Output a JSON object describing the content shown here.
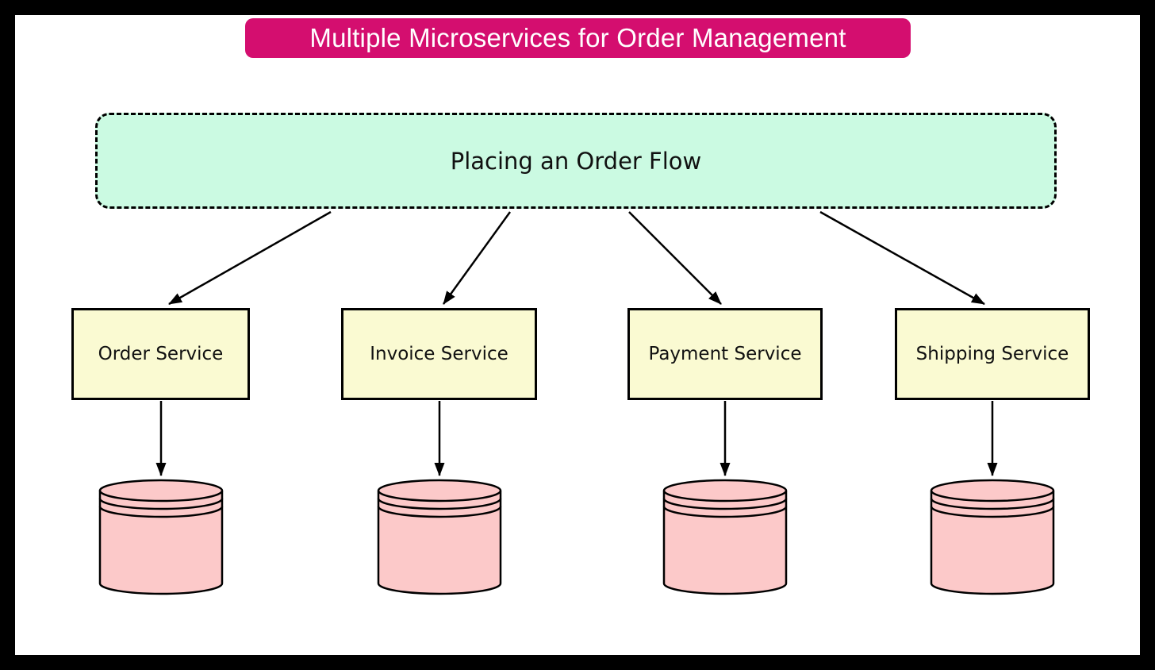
{
  "title": {
    "label": "Multiple Microservices for Order Management"
  },
  "flow_box": {
    "label": "Placing an Order Flow"
  },
  "services": [
    {
      "label": "Order Service"
    },
    {
      "label": "Invoice Service"
    },
    {
      "label": "Payment Service"
    },
    {
      "label": "Shipping Service"
    }
  ],
  "icons": {
    "database": "database-cylinder-icon"
  },
  "diagram": {
    "type": "flowchart",
    "edges": [
      {
        "from": "Placing an Order Flow",
        "to": "Order Service"
      },
      {
        "from": "Placing an Order Flow",
        "to": "Invoice Service"
      },
      {
        "from": "Placing an Order Flow",
        "to": "Payment Service"
      },
      {
        "from": "Placing an Order Flow",
        "to": "Shipping Service"
      },
      {
        "from": "Order Service",
        "to": "database"
      },
      {
        "from": "Invoice Service",
        "to": "database"
      },
      {
        "from": "Payment Service",
        "to": "database"
      },
      {
        "from": "Shipping Service",
        "to": "database"
      }
    ]
  },
  "colors": {
    "banner-bg": "#d40e6f",
    "banner-text": "#ffffff",
    "flow-bg": "#cbfae2",
    "service-bg": "#fafad2",
    "db-fill": "#fcc9c9",
    "stroke": "#000000",
    "frame": "#000000",
    "canvas": "#ffffff"
  }
}
